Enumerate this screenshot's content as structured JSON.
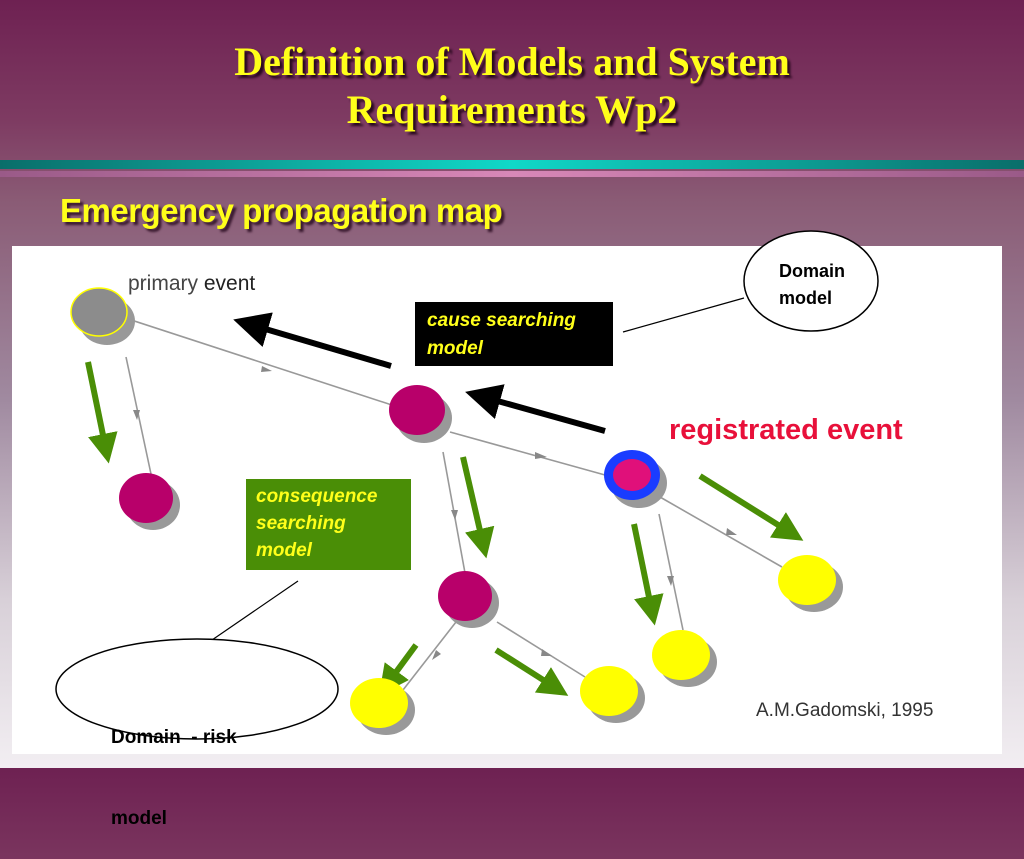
{
  "slide": {
    "title_line1": "Definition of Models and System",
    "title_line2": "Requirements Wp2",
    "subtitle": "Emergency propagation map"
  },
  "diagram": {
    "labels": {
      "primary_word": "primary",
      "event_word": " event",
      "cause_line1": "cause searching",
      "cause_line2": "model",
      "consequence_line1": "consequence",
      "consequence_line2": "searching",
      "consequence_line3": "model",
      "registrated_event": "registrated event",
      "domain_model_line1": "Domain",
      "domain_model_line2": "model",
      "domain_risk_line1": "Domain  - risk",
      "domain_risk_line2": "model",
      "author": "A.M.Gadomski, 1995"
    },
    "colors": {
      "primary_event": "#8c8c8c",
      "intermediate_event": "#b8006a",
      "registrated_ring": "#1a3cff",
      "registrated_core": "#e0107a",
      "consequence_event": "#ffff00",
      "cause_arrow": "#000000",
      "consequence_arrow": "#4a8e06",
      "propagation_link": "#999999"
    },
    "node_types": [
      "primary",
      "intermediate",
      "registrated",
      "consequence"
    ]
  }
}
